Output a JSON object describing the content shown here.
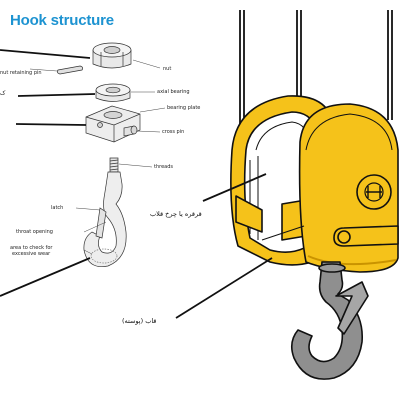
{
  "title": "Hook structure",
  "labels": {
    "nut": "nut",
    "nut_retaining_pin": "nut retaining pin",
    "axial_bearing": "axial bearing",
    "bearing_plate": "bearing plate",
    "cross_pin": "cross pin",
    "threads": "threads",
    "latch": "latch",
    "throat_opening": "throat opening",
    "wear_line1": "area to check for",
    "wear_line2": "excessive wear"
  },
  "persian": {
    "pulley": "قرقره یا چرخ قلاب",
    "shell": "قاب (پوسته)"
  },
  "partial_char": "ک",
  "colors": {
    "title": "#1d93d1",
    "yellow": "#f5c21a",
    "yellow_dark": "#c99300",
    "grey": "#8a8a8a",
    "outline": "#111111"
  }
}
